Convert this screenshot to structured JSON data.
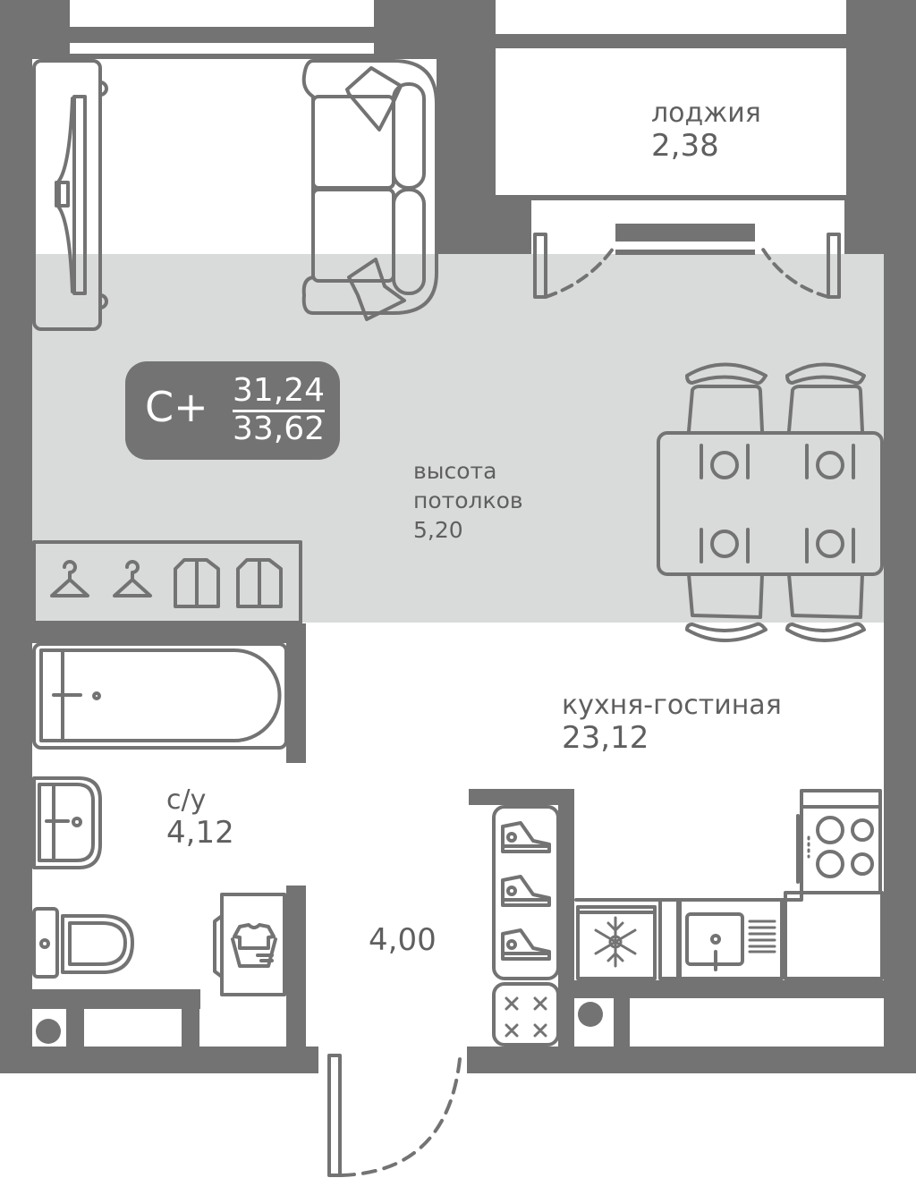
{
  "apartment": {
    "type_label": "С+",
    "living_area": "31,24",
    "total_area": "33,62"
  },
  "rooms": [
    {
      "id": "loggia",
      "name": "лоджия",
      "area": "2,38"
    },
    {
      "id": "kitchen_living",
      "name": "кухня-гостиная",
      "area": "23,12"
    },
    {
      "id": "bathroom",
      "name": "с/у",
      "area": "4,12"
    },
    {
      "id": "hallway",
      "name": "",
      "area": "4,00"
    }
  ],
  "ceiling": {
    "label_line1": "высота",
    "label_line2": "потолков",
    "value": "5,20"
  },
  "colors": {
    "wall": "#737373",
    "mezzanine_zone": "#d9dbda",
    "text": "#5f5f5f",
    "background": "#ffffff"
  },
  "furniture": [
    "tv-stand",
    "corner-sofa",
    "dining-table",
    "chairs",
    "wardrobe",
    "bathtub",
    "washbasin",
    "toilet",
    "washing-machine",
    "shoe-cabinet",
    "fridge",
    "sink",
    "stove",
    "balcony-door",
    "entrance-door"
  ]
}
